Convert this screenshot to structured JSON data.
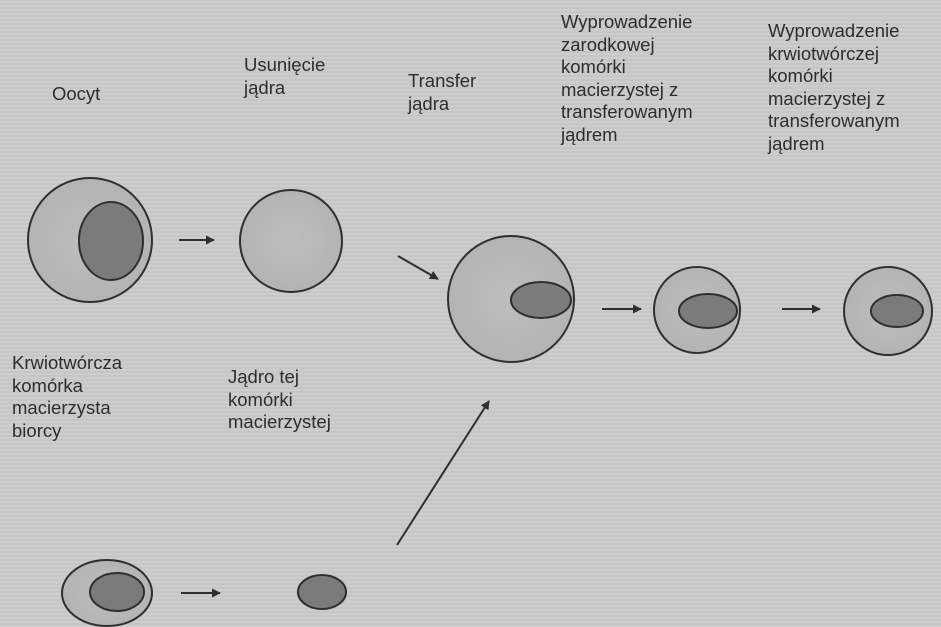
{
  "labels": {
    "oocyte": "Oocyt",
    "enucleation": "Usunięcie\njądra",
    "nuclear_transfer": "Transfer\njądra",
    "embryonic_stem_cell_derivation": "Wyprowadzenie\nzarodkowej\nkomórki\nmacierzystej z\ntransferowanym\njądrem",
    "germline_stem_cell_derivation": "Wyprowadzenie\nkrwiotwórczej\nkomórki\nmacierzystej z\ntransferowanym\njądrem",
    "recipient_hematopoietic_stem_cell": "Krwiotwórcza\nkomórka\nmacierzysta\nbiorcy",
    "stem_cell_nucleus": "Jądro tej\nkomórki\nmacierzystej"
  },
  "colors": {
    "background": "#cbcbcb",
    "cell_fill": "#b9b9b9",
    "nucleus_fill": "#7b7b7b",
    "outline": "#2f2f2f",
    "text": "#2d2d2d"
  }
}
